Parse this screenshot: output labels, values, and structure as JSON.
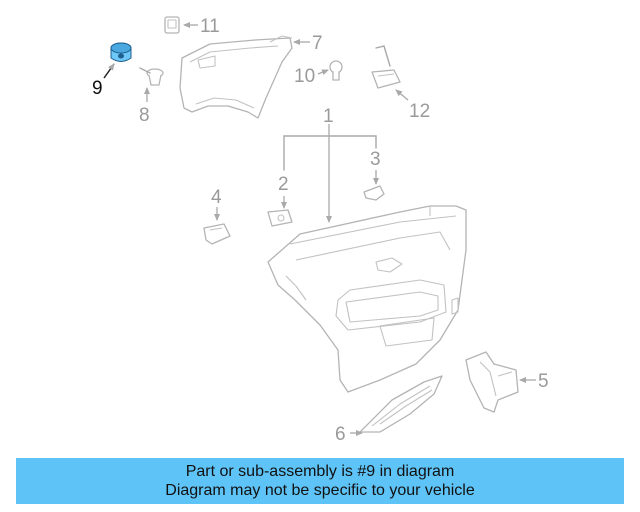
{
  "diagram": {
    "highlight_color": "#6ec8f7",
    "callouts": [
      "1",
      "2",
      "3",
      "4",
      "5",
      "6",
      "7",
      "8",
      "9",
      "10",
      "11",
      "12"
    ],
    "highlighted": "9"
  },
  "banner": {
    "line1": "Part or sub-assembly is #9 in diagram",
    "line2": "Diagram may not be specific to your vehicle",
    "background": "#5ec3f7"
  }
}
